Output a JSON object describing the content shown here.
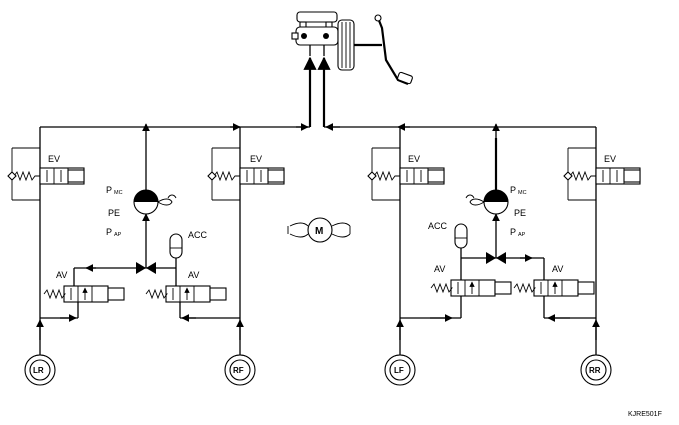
{
  "labels": {
    "ev": "EV",
    "av": "AV",
    "acc": "ACC",
    "pe": "PE",
    "p": "P",
    "mc": "MC",
    "ap": "AP",
    "motor": "M"
  },
  "wheels": {
    "lr": "LR",
    "rf": "RF",
    "lf": "LF",
    "rr": "RR"
  },
  "figure_code": "KJRE501F"
}
